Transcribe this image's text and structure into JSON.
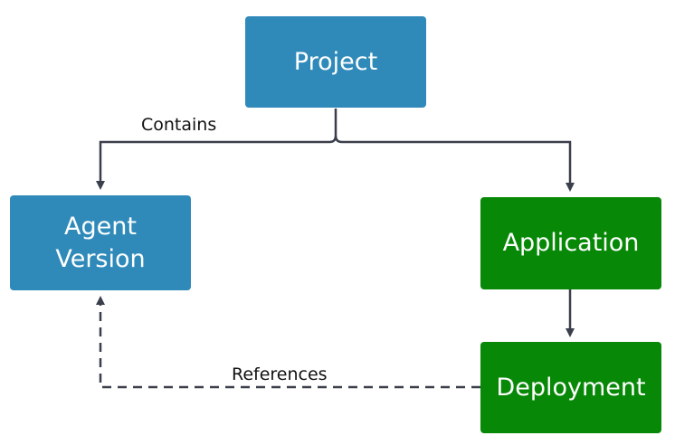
{
  "nodes": {
    "project": {
      "label": "Project"
    },
    "agent_version": {
      "label_line1": "Agent",
      "label_line2": "Version"
    },
    "application": {
      "label": "Application"
    },
    "deployment": {
      "label": "Deployment"
    }
  },
  "edges": {
    "contains": {
      "label": "Contains"
    },
    "references": {
      "label": "References"
    }
  },
  "colors": {
    "blue_node": "#2f8aba",
    "green_node": "#078807",
    "connector": "#3a3f4b"
  }
}
